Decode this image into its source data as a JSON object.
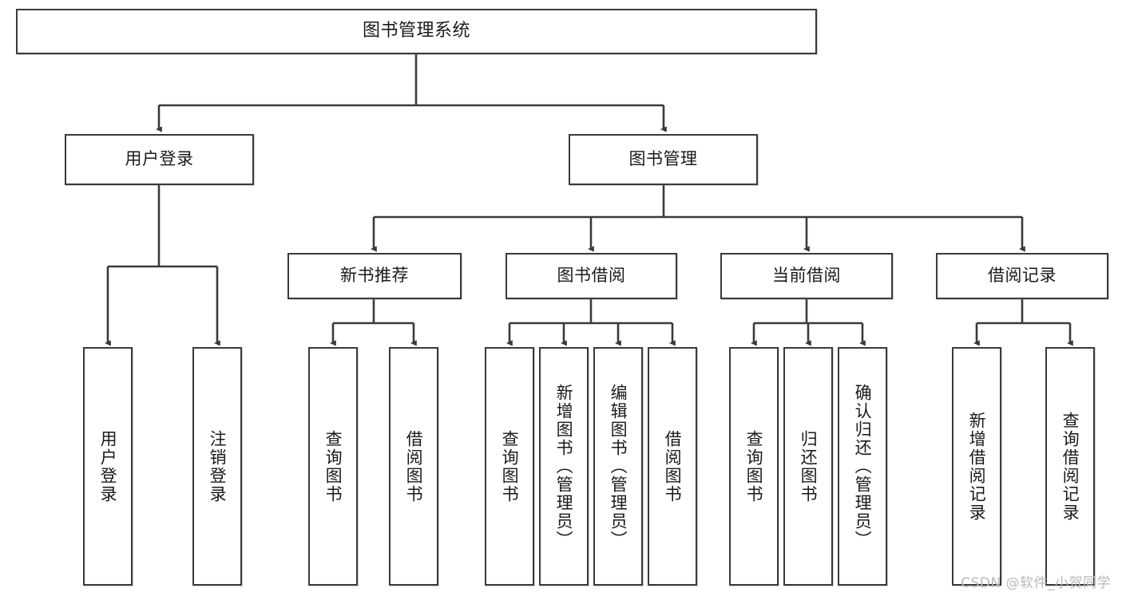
{
  "diagram": {
    "title": "图书管理系统",
    "type": "tree-hierarchy",
    "watermark": "CSDN @软件_小贺同学",
    "colors": {
      "stroke": "#3a3a3a",
      "fill": "#ffffff",
      "text": "#1a1a1a",
      "watermark": "#b9b9b9"
    },
    "levels": {
      "root": {
        "label": "图书管理系统"
      },
      "level1": [
        {
          "label": "用户登录"
        },
        {
          "label": "图书管理"
        }
      ],
      "level2": [
        {
          "label": "新书推荐"
        },
        {
          "label": "图书借阅"
        },
        {
          "label": "当前借阅"
        },
        {
          "label": "借阅记录"
        }
      ],
      "leaves": [
        {
          "label": "用户登录",
          "parent": "用户登录"
        },
        {
          "label": "注销登录",
          "parent": "用户登录"
        },
        {
          "label": "查询图书",
          "parent": "新书推荐"
        },
        {
          "label": "借阅图书",
          "parent": "新书推荐"
        },
        {
          "label": "查询图书",
          "parent": "图书借阅"
        },
        {
          "label": "新增图书（管理员）",
          "parent": "图书借阅"
        },
        {
          "label": "编辑图书（管理员）",
          "parent": "图书借阅"
        },
        {
          "label": "借阅图书",
          "parent": "图书借阅"
        },
        {
          "label": "查询图书",
          "parent": "当前借阅"
        },
        {
          "label": "归还图书",
          "parent": "当前借阅"
        },
        {
          "label": "确认归还（管理员）",
          "parent": "当前借阅"
        },
        {
          "label": "新增借阅记录",
          "parent": "借阅记录"
        },
        {
          "label": "查询借阅记录",
          "parent": "借阅记录"
        }
      ]
    }
  }
}
